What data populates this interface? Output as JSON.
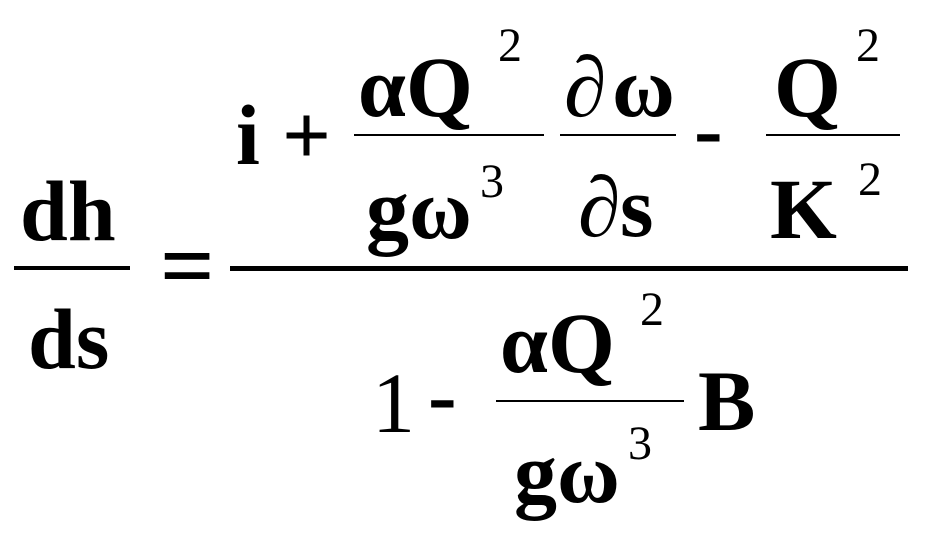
{
  "formula": {
    "lhs": {
      "numerator": "dh",
      "denominator": "ds"
    },
    "equals": "=",
    "rhs": {
      "numerator": {
        "i": "i",
        "plus": "+",
        "term1": {
          "num": "αQ",
          "num_exp": "2",
          "den": "gω",
          "den_exp": "3"
        },
        "deriv": {
          "num_partial": "∂",
          "num_var": "ω",
          "den_partial": "∂",
          "den_var": "s"
        },
        "minus": "-",
        "term2": {
          "num": "Q",
          "num_exp": "2",
          "den": "K",
          "den_exp": "2"
        }
      },
      "denominator": {
        "one": "1",
        "minus": "-",
        "frac": {
          "num": "αQ",
          "num_exp": "2",
          "den": "gω",
          "den_exp": "3"
        },
        "B": "B"
      }
    }
  }
}
